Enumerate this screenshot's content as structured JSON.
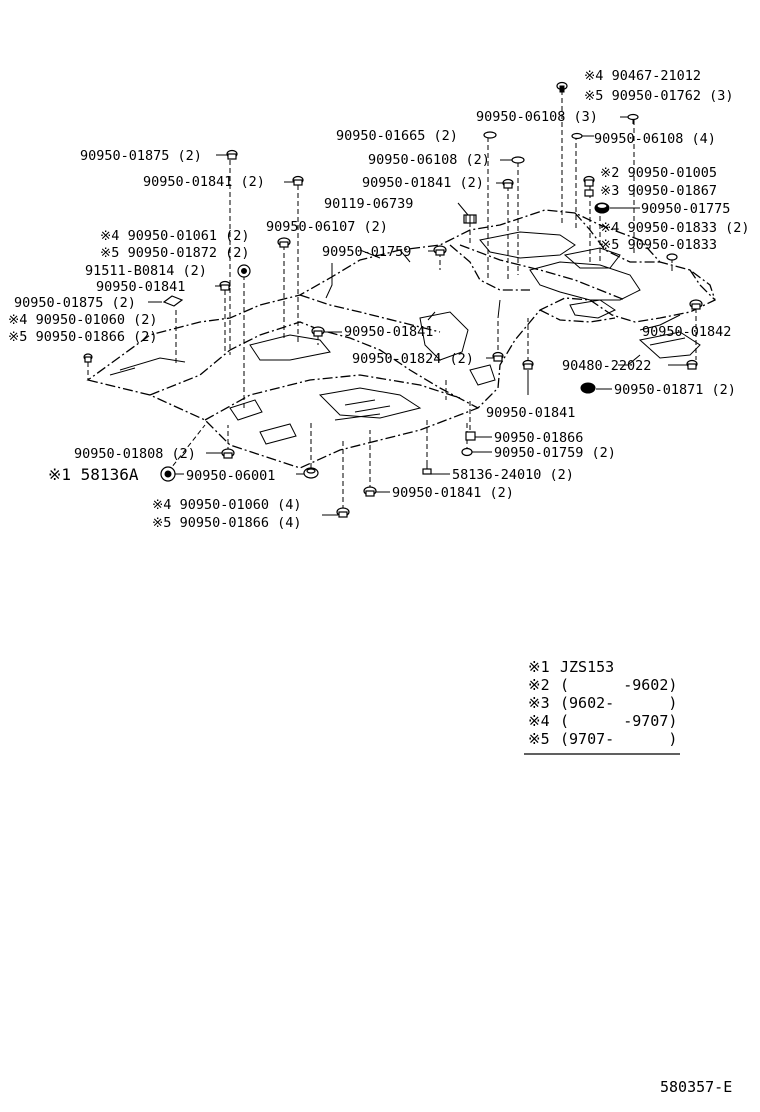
{
  "labels": [
    {
      "id": "l01",
      "text": "※4 90467-21012"
    },
    {
      "id": "l02",
      "text": "※5 90950-01762 (3)"
    },
    {
      "id": "l03",
      "text": "90950-06108 (3)"
    },
    {
      "id": "l04",
      "text": "90950-06108 (4)"
    },
    {
      "id": "l05",
      "text": "90950-01665 (2)"
    },
    {
      "id": "l06",
      "text": "90950-01875 (2)"
    },
    {
      "id": "l07",
      "text": "90950-06108 (2)"
    },
    {
      "id": "l08",
      "text": "※2 90950-01005"
    },
    {
      "id": "l09",
      "text": "90950-01841 (2)"
    },
    {
      "id": "l10",
      "text": "90950-01841 (2)"
    },
    {
      "id": "l11",
      "text": "※3 90950-01867"
    },
    {
      "id": "l12",
      "text": "90119-06739"
    },
    {
      "id": "l13",
      "text": "90950-01775"
    },
    {
      "id": "l14",
      "text": "※4 90950-01061 (2)"
    },
    {
      "id": "l15",
      "text": "90950-06107 (2)"
    },
    {
      "id": "l16",
      "text": "※4 90950-01833 (2)"
    },
    {
      "id": "l17",
      "text": "※5 90950-01872 (2)"
    },
    {
      "id": "l18",
      "text": "※5 90950-01833"
    },
    {
      "id": "l19",
      "text": "90950-01759"
    },
    {
      "id": "l20",
      "text": "91511-B0814 (2)"
    },
    {
      "id": "l21",
      "text": "90950-01841"
    },
    {
      "id": "l22",
      "text": "90950-01875 (2)"
    },
    {
      "id": "l23",
      "text": "※4 90950-01060 (2)"
    },
    {
      "id": "l24",
      "text": "90950-01841"
    },
    {
      "id": "l25",
      "text": "90950-01842"
    },
    {
      "id": "l26",
      "text": "※5 90950-01866 (2)"
    },
    {
      "id": "l27",
      "text": "90950-01824 (2)"
    },
    {
      "id": "l28",
      "text": "90480-22022"
    },
    {
      "id": "l29",
      "text": "90950-01871 (2)"
    },
    {
      "id": "l30",
      "text": "90950-01841"
    },
    {
      "id": "l31",
      "text": "90950-01866"
    },
    {
      "id": "l32",
      "text": "90950-01808 (2)"
    },
    {
      "id": "l33",
      "text": "90950-01759 (2)"
    },
    {
      "id": "l34",
      "text": "※1 58136A"
    },
    {
      "id": "l35",
      "text": "90950-06001"
    },
    {
      "id": "l36",
      "text": "58136-24010 (2)"
    },
    {
      "id": "l37",
      "text": "90950-01841 (2)"
    },
    {
      "id": "l38",
      "text": "※4 90950-01060 (4)"
    },
    {
      "id": "l39",
      "text": "※5 90950-01866 (4)"
    }
  ],
  "legend": [
    {
      "key": "※1",
      "value": "JZS153"
    },
    {
      "key": "※2",
      "value": "(      -9602)"
    },
    {
      "key": "※3",
      "value": "(9602-      )"
    },
    {
      "key": "※4",
      "value": "(      -9707)"
    },
    {
      "key": "※5",
      "value": "(9707-      )"
    }
  ],
  "figure_code": "580357-E"
}
